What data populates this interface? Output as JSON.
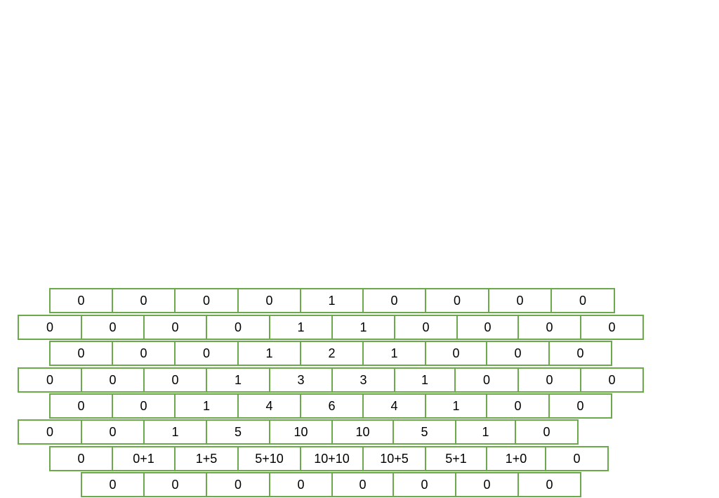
{
  "colors": {
    "brick_border": "#6aaa4a",
    "brick_fill": "#ffffff",
    "text": "#000000"
  },
  "rows": [
    [
      "0",
      "0",
      "0",
      "0",
      "1",
      "0",
      "0",
      "0",
      "0"
    ],
    [
      "0",
      "0",
      "0",
      "0",
      "1",
      "1",
      "0",
      "0",
      "0",
      "0"
    ],
    [
      "0",
      "0",
      "0",
      "1",
      "2",
      "1",
      "0",
      "0",
      "0"
    ],
    [
      "0",
      "0",
      "0",
      "1",
      "3",
      "3",
      "1",
      "0",
      "0",
      "0"
    ],
    [
      "0",
      "0",
      "1",
      "4",
      "6",
      "4",
      "1",
      "0",
      "0"
    ],
    [
      "0",
      "0",
      "1",
      "5",
      "10",
      "10",
      "5",
      "1",
      "0"
    ],
    [
      "0",
      "0+1",
      "1+5",
      "5+10",
      "10+10",
      "10+5",
      "5+1",
      "1+0",
      "0"
    ],
    [
      "0",
      "0",
      "0",
      "0",
      "0",
      "0",
      "0",
      "0"
    ]
  ]
}
